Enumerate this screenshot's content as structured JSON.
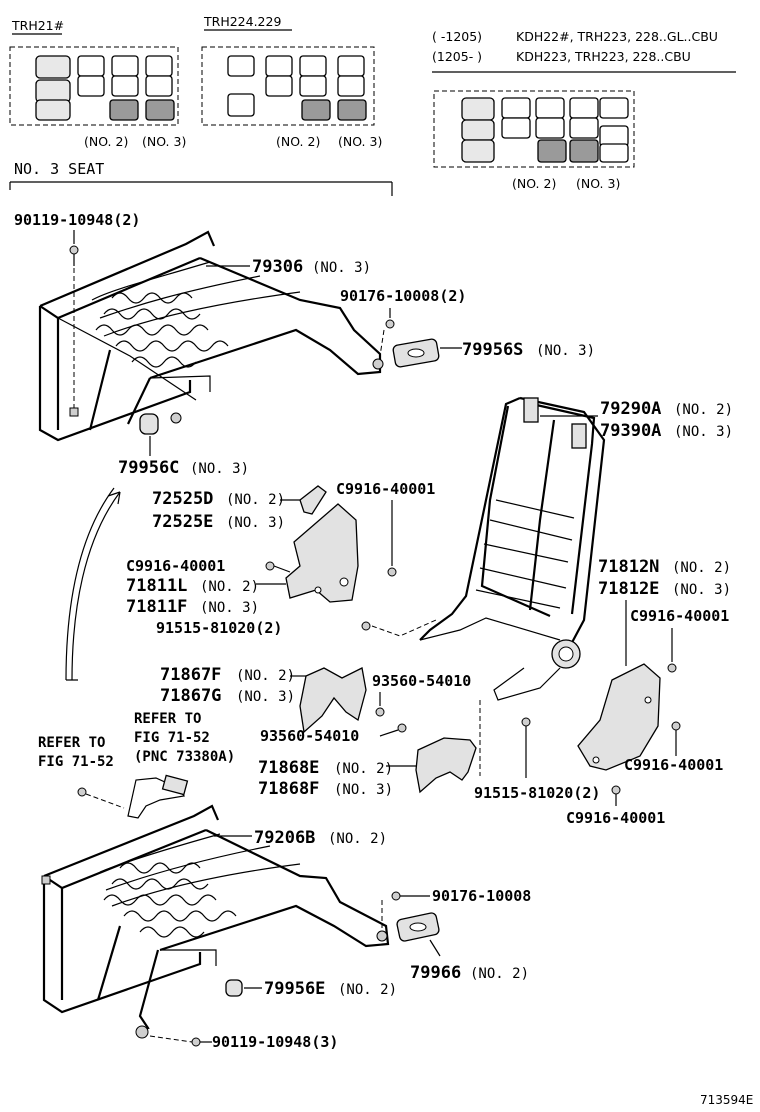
{
  "header": {
    "trh21": "TRH21#",
    "trh224": "TRH224.229",
    "note_row1_range": "(      -1205)",
    "note_row1_models": "KDH22#, TRH223, 228..GL..CBU",
    "note_row2_range": "(1205-      )",
    "note_row2_models": "KDH223, TRH223, 228..CBU",
    "no2": "(NO. 2)",
    "no3": "(NO. 3)"
  },
  "section_title": "NO. 3  SEAT",
  "callouts": {
    "p90119_2": "90119-10948(2)",
    "p79306": "79306",
    "p79306_sfx": "(NO. 3)",
    "p90176_2": "90176-10008(2)",
    "p79956S": "79956S",
    "p79956S_sfx": "(NO. 3)",
    "p79956C": "79956C",
    "p79956C_sfx": "(NO. 3)",
    "p79290A": "79290A",
    "p79290A_sfx": "(NO. 2)",
    "p79390A": "79390A",
    "p79390A_sfx": "(NO. 3)",
    "p72525D": "72525D",
    "p72525D_sfx": "(NO. 2)",
    "p72525E": "72525E",
    "p72525E_sfx": "(NO. 3)",
    "c9916_a": "C9916-40001",
    "c9916_b": "C9916-40001",
    "c9916_c": "C9916-40001",
    "c9916_d": "C9916-40001",
    "c9916_e": "C9916-40001",
    "p71811L": "71811L",
    "p71811L_sfx": "(NO. 2)",
    "p71811F": "71811F",
    "p71811F_sfx": "(NO. 3)",
    "p91515_a": "91515-81020(2)",
    "p91515_b": "91515-81020(2)",
    "p71812N": "71812N",
    "p71812N_sfx": "(NO. 2)",
    "p71812E": "71812E",
    "p71812E_sfx": "(NO. 3)",
    "p71867F": "71867F",
    "p71867F_sfx": "(NO. 2)",
    "p71867G": "71867G",
    "p71867G_sfx": "(NO. 3)",
    "p93560_a": "93560-54010",
    "p93560_b": "93560-54010",
    "p71868E": "71868E",
    "p71868E_sfx": "(NO. 2)",
    "p71868F": "71868F",
    "p71868F_sfx": "(NO. 3)",
    "refer1_l1": "REFER TO",
    "refer1_l2": "FIG 71-52",
    "refer1_l3": "(PNC  73380A)",
    "refer2_l1": "REFER TO",
    "refer2_l2": "FIG 71-52",
    "p79206B": "79206B",
    "p79206B_sfx": "(NO. 2)",
    "p90176_1": "90176-10008",
    "p79966": "79966",
    "p79966_sfx": "(NO. 2)",
    "p79956E": "79956E",
    "p79956E_sfx": "(NO. 2)",
    "p90119_3": "90119-10948(3)"
  },
  "figure_id": "713594E",
  "colors": {
    "line": "#000000",
    "highlight": "#9a9a9a",
    "part_fill": "#e2e2e2"
  }
}
